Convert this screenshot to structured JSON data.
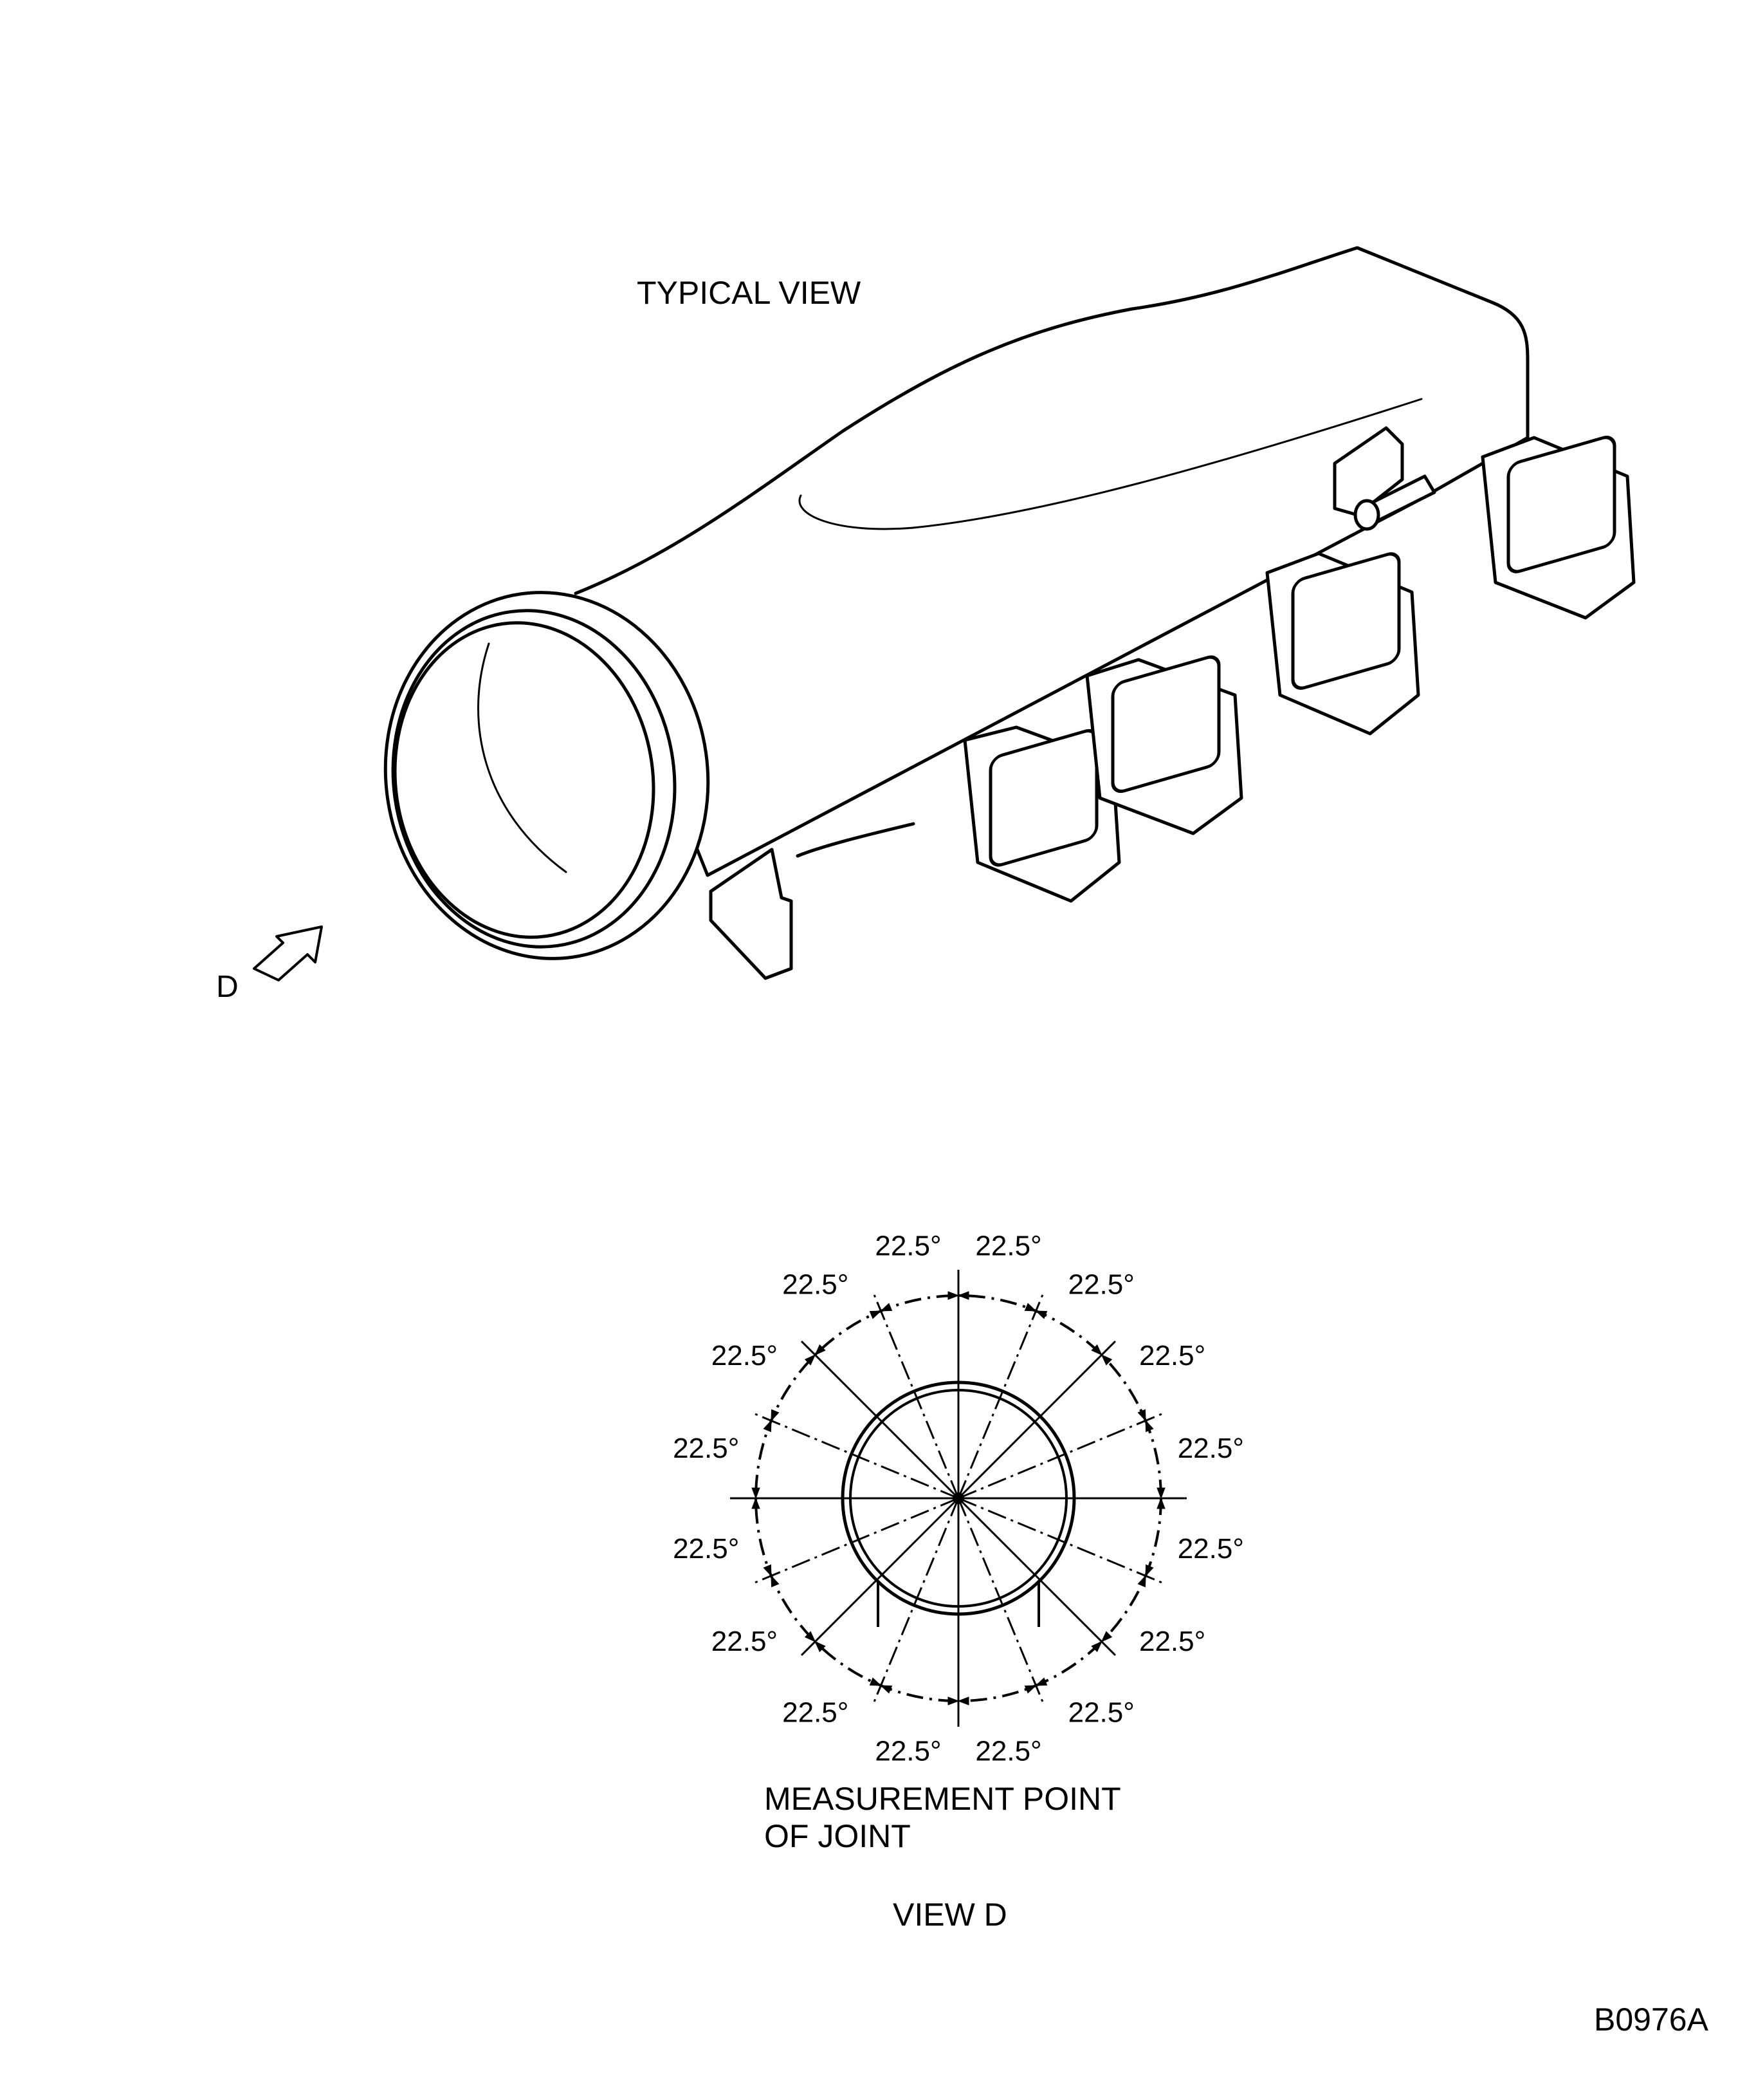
{
  "labels": {
    "typical_view": "TYPICAL VIEW",
    "arrow_label": "D",
    "measurement_line1": "MEASUREMENT POINT",
    "measurement_line2": "OF JOINT",
    "view_label": "VIEW D",
    "figure_id": "B0976A"
  },
  "view_d": {
    "angle_label": "22.5°",
    "division_count": 16,
    "angle_step_degrees": 22.5
  },
  "colors": {
    "ink": "#000000",
    "paper": "#ffffff"
  }
}
